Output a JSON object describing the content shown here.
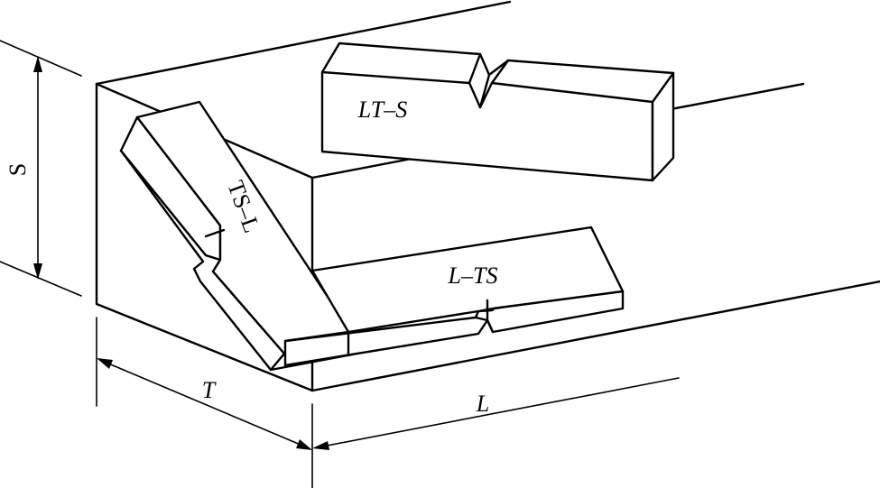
{
  "labels": {
    "specimen_lt_s": "LT–S",
    "specimen_ts_l": "TS–L",
    "specimen_l_ts": "L–TS",
    "axis_s": "S",
    "axis_t": "T",
    "axis_l": "L"
  },
  "colors": {
    "line": "#000000",
    "background": "#ffffff"
  }
}
